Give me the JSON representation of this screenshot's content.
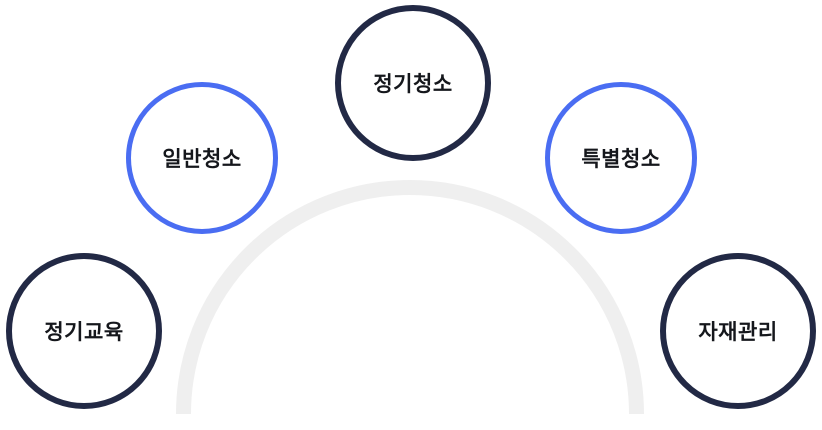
{
  "diagram": {
    "type": "radial-arch-diagram",
    "nodes": [
      {
        "label": "정기교육",
        "variant": "navy",
        "position": "bottom-left"
      },
      {
        "label": "일반청소",
        "variant": "blue",
        "position": "upper-left"
      },
      {
        "label": "정기청소",
        "variant": "navy",
        "position": "top-center"
      },
      {
        "label": "특별청소",
        "variant": "blue",
        "position": "upper-right"
      },
      {
        "label": "자재관리",
        "variant": "navy",
        "position": "bottom-right"
      }
    ],
    "colors": {
      "navy_border": "#222945",
      "blue_border": "#4A6DF2",
      "arc_stroke": "#EFEFEF",
      "circle_fill": "#FFFFFF",
      "text": "#15171C",
      "background": "#FFFFFF"
    }
  }
}
